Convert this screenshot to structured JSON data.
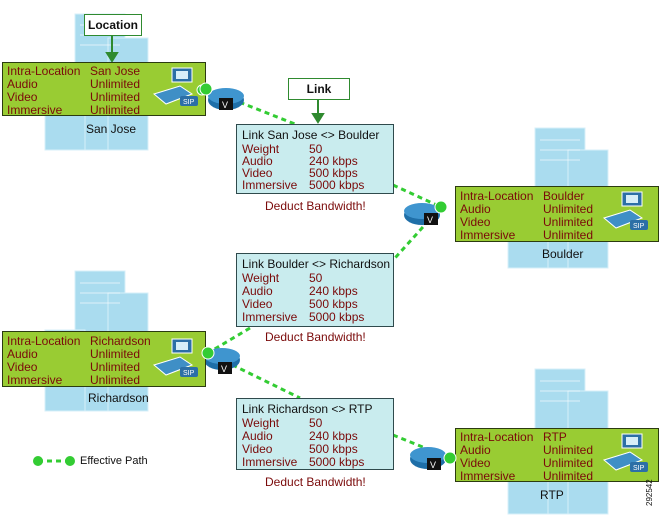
{
  "callouts": {
    "location": "Location",
    "link": "Link"
  },
  "locations": [
    {
      "id": "sanjose",
      "rows": [
        [
          "Intra-Location",
          "San Jose"
        ],
        [
          "Audio",
          "Unlimited"
        ],
        [
          "Video",
          "Unlimited"
        ],
        [
          "Immersive",
          "Unlimited"
        ]
      ],
      "site_label": "San Jose"
    },
    {
      "id": "boulder",
      "rows": [
        [
          "Intra-Location",
          "Boulder"
        ],
        [
          "Audio",
          "Unlimited"
        ],
        [
          "Video",
          "Unlimited"
        ],
        [
          "Immersive",
          "Unlimited"
        ]
      ],
      "site_label": "Boulder"
    },
    {
      "id": "richardson",
      "rows": [
        [
          "Intra-Location",
          "Richardson"
        ],
        [
          "Audio",
          "Unlimited"
        ],
        [
          "Video",
          "Unlimited"
        ],
        [
          "Immersive",
          "Unlimited"
        ]
      ],
      "site_label": "Richardson"
    },
    {
      "id": "rtp",
      "rows": [
        [
          "Intra-Location",
          "RTP"
        ],
        [
          "Audio",
          "Unlimited"
        ],
        [
          "Video",
          "Unlimited"
        ],
        [
          "Immersive",
          "Unlimited"
        ]
      ],
      "site_label": "RTP"
    }
  ],
  "links": [
    {
      "id": "sj-boulder",
      "title": "Link San Jose <> Boulder",
      "rows": [
        [
          "Weight",
          "50"
        ],
        [
          "Audio",
          "240 kbps"
        ],
        [
          "Video",
          "500 kbps"
        ],
        [
          "Immersive",
          "5000 kbps"
        ]
      ],
      "note": "Deduct Bandwidth!"
    },
    {
      "id": "boulder-richardson",
      "title": "Link Boulder <> Richardson",
      "rows": [
        [
          "Weight",
          "50"
        ],
        [
          "Audio",
          "240 kbps"
        ],
        [
          "Video",
          "500 kbps"
        ],
        [
          "Immersive",
          "5000 kbps"
        ]
      ],
      "note": "Deduct Bandwidth!"
    },
    {
      "id": "richardson-rtp",
      "title": "Link Richardson <> RTP",
      "rows": [
        [
          "Weight",
          "50"
        ],
        [
          "Audio",
          "240 kbps"
        ],
        [
          "Video",
          "500 kbps"
        ],
        [
          "Immersive",
          "5000 kbps"
        ]
      ],
      "note": "Deduct Bandwidth!"
    }
  ],
  "legend": {
    "label": "Effective Path"
  },
  "figure_id": "292542",
  "colors": {
    "location_fill": "#99cc33",
    "link_fill": "#c9ecee",
    "path_green": "#33cc33",
    "building_blue": "#aadcef",
    "router_blue": "#1f6fa8",
    "text_red": "#7a0a0a"
  }
}
